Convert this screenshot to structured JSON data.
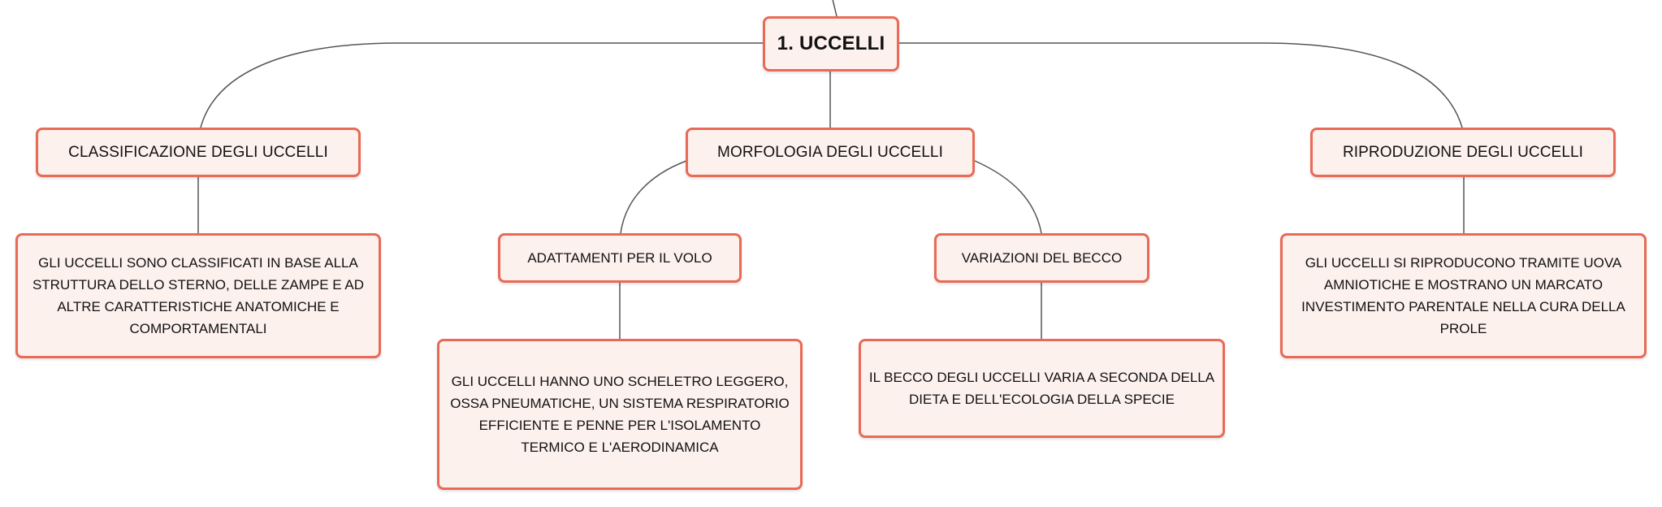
{
  "diagram": {
    "root": {
      "label": "1. UCCELLI"
    },
    "classificazione": {
      "label": "CLASSIFICAZIONE DEGLI UCCELLI",
      "detail": "GLI UCCELLI SONO CLASSIFICATI IN BASE ALLA STRUTTURA DELLO STERNO, DELLE ZAMPE E AD ALTRE CARATTERISTICHE ANATOMICHE E COMPORTAMENTALI"
    },
    "morfologia": {
      "label": "MORFOLOGIA DEGLI UCCELLI",
      "volo": {
        "label": "ADATTAMENTI PER IL VOLO",
        "detail": "GLI UCCELLI HANNO UNO SCHELETRO LEGGERO, OSSA PNEUMATICHE, UN SISTEMA RESPIRATORIO EFFICIENTE E PENNE PER L'ISOLAMENTO TERMICO E L'AERODINAMICA"
      },
      "becco": {
        "label": "VARIAZIONI DEL BECCO",
        "detail": "IL BECCO DEGLI UCCELLI VARIA A SECONDA DELLA DIETA E DELL'ECOLOGIA DELLA SPECIE"
      }
    },
    "riproduzione": {
      "label": "RIPRODUZIONE DEGLI UCCELLI",
      "detail": "GLI UCCELLI SI RIPRODUCONO TRAMITE UOVA AMNIOTICHE E MOSTRANO UN MARCATO INVESTIMENTO PARENTALE NELLA CURA DELLA PROLE"
    },
    "colors": {
      "node_border": "#e86a57",
      "node_fill": "#fdf1ee",
      "connector": "#555555"
    }
  }
}
